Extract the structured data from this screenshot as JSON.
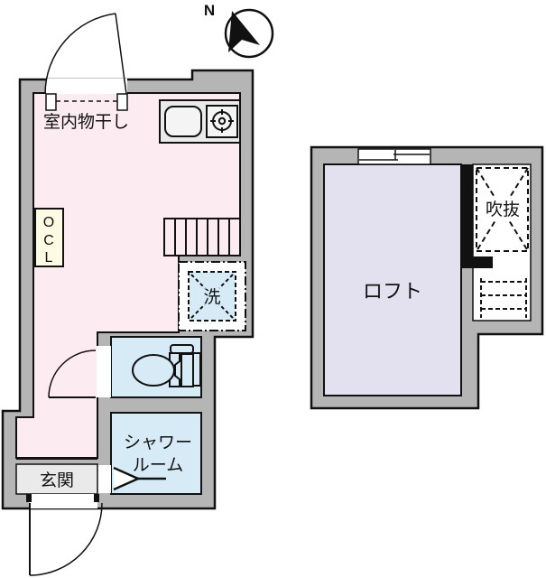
{
  "colors": {
    "wall": "#b5b5b5",
    "room_pink": "#fcebf1",
    "wet_blue": "#d7ebf6",
    "loft_lavender": "#e3e1ef",
    "floor_gray": "#eaeaea",
    "fixture_fill": "#f4f4f4",
    "closet_cream": "#fdfbe4",
    "line_black": "#111111",
    "background": "#ffffff"
  },
  "compass": {
    "north_label": "N"
  },
  "floor_plan": {
    "main_floor": {
      "drying_label": "室内物干し",
      "closet_letters": [
        "O",
        "C",
        "L"
      ],
      "washer_label": "洗",
      "shower_lines": [
        "シャワー",
        "ルーム"
      ],
      "entrance_label": "玄関"
    },
    "loft_floor": {
      "loft_label": "ロフト",
      "void_label": "吹抜"
    }
  }
}
